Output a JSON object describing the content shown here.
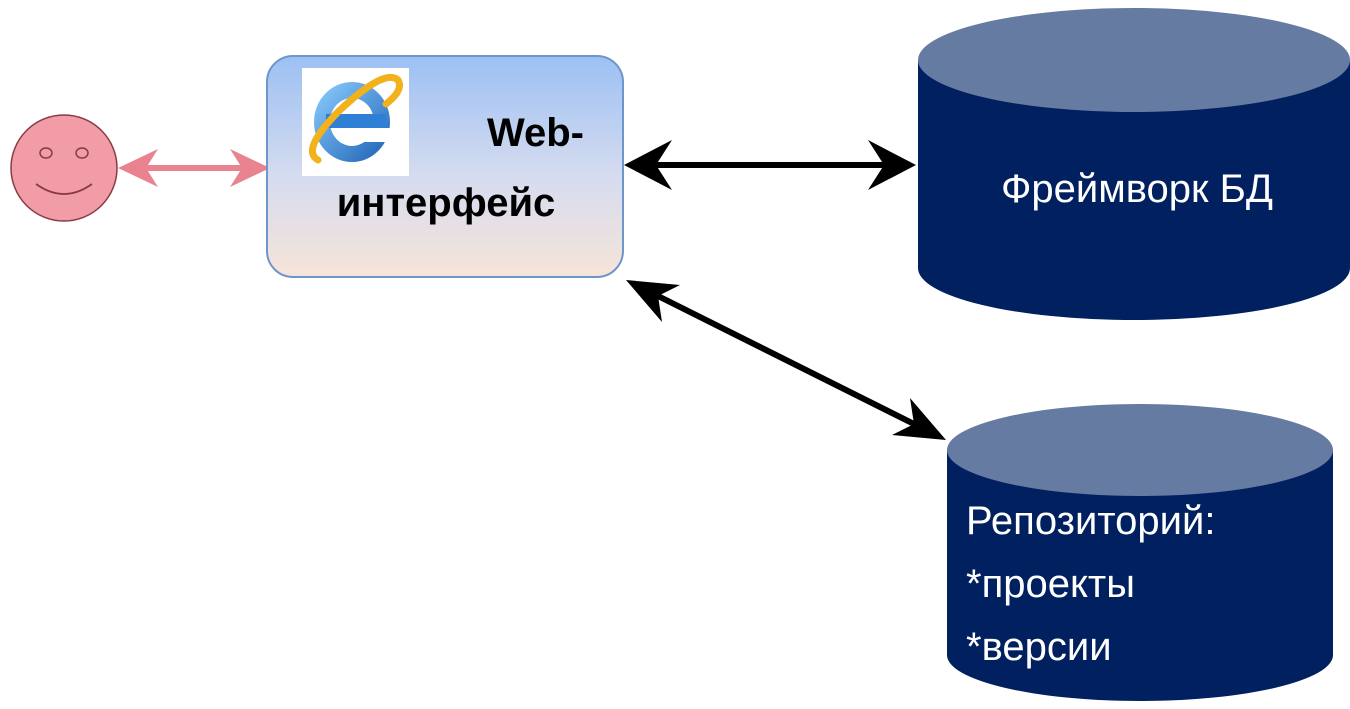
{
  "web_interface": {
    "line1": "Web-",
    "line2": "интерфейс",
    "icon": "internet-explorer-icon"
  },
  "framework_db": {
    "label": "Фреймворк БД"
  },
  "repository": {
    "line1": "Репозиторий:",
    "line2": "*проекты",
    "line3": "*версии"
  },
  "user": {
    "icon": "smiley-face-icon"
  },
  "colors": {
    "db_body": "#002060",
    "db_top": "#667ba1",
    "user_face": "#f19ca7",
    "user_arrow": "#e8838f",
    "box_top": "#9cc0f4",
    "box_bottom": "#f6e4d9",
    "box_border": "#6e96c8"
  }
}
